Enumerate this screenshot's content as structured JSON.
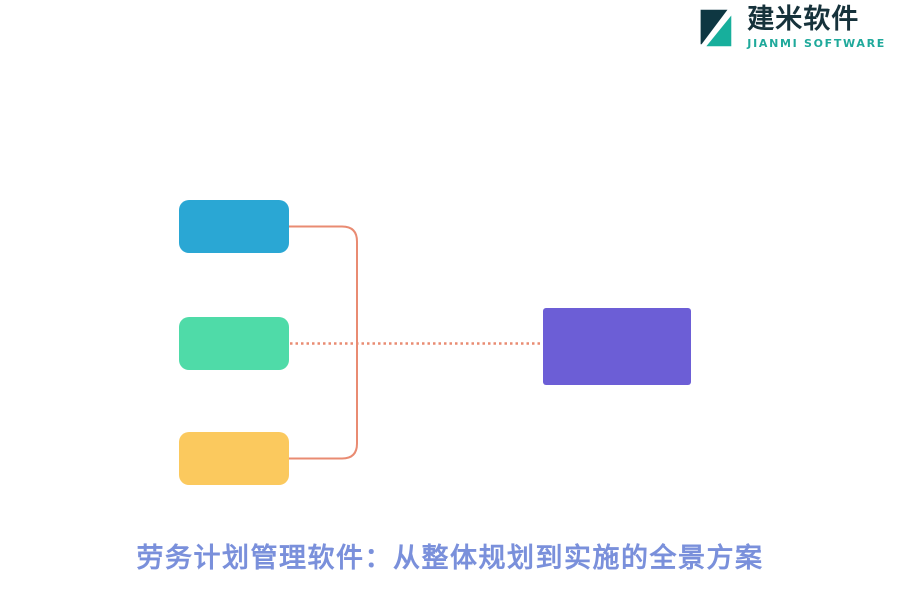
{
  "logo": {
    "name": "建米软件",
    "subtitle": "JIANMI SOFTWARE",
    "name_color": "#16323b",
    "subtitle_color": "#1fa99b",
    "icon_dark_color": "#0e3742",
    "icon_teal_color": "#17af9c"
  },
  "diagram": {
    "connector_color": "#e98b72",
    "nodes": [
      {
        "id": "node-top",
        "label": "",
        "color": "#2aa7d4"
      },
      {
        "id": "node-middle",
        "label": "",
        "color": "#4fdba8"
      },
      {
        "id": "node-bottom",
        "label": "",
        "color": "#fbc95e"
      },
      {
        "id": "node-result",
        "label": "",
        "color": "#6c5ed6"
      }
    ]
  },
  "title": {
    "text": "劳务计划管理软件：从整体规划到实施的全景方案",
    "color": "#7a90db"
  }
}
